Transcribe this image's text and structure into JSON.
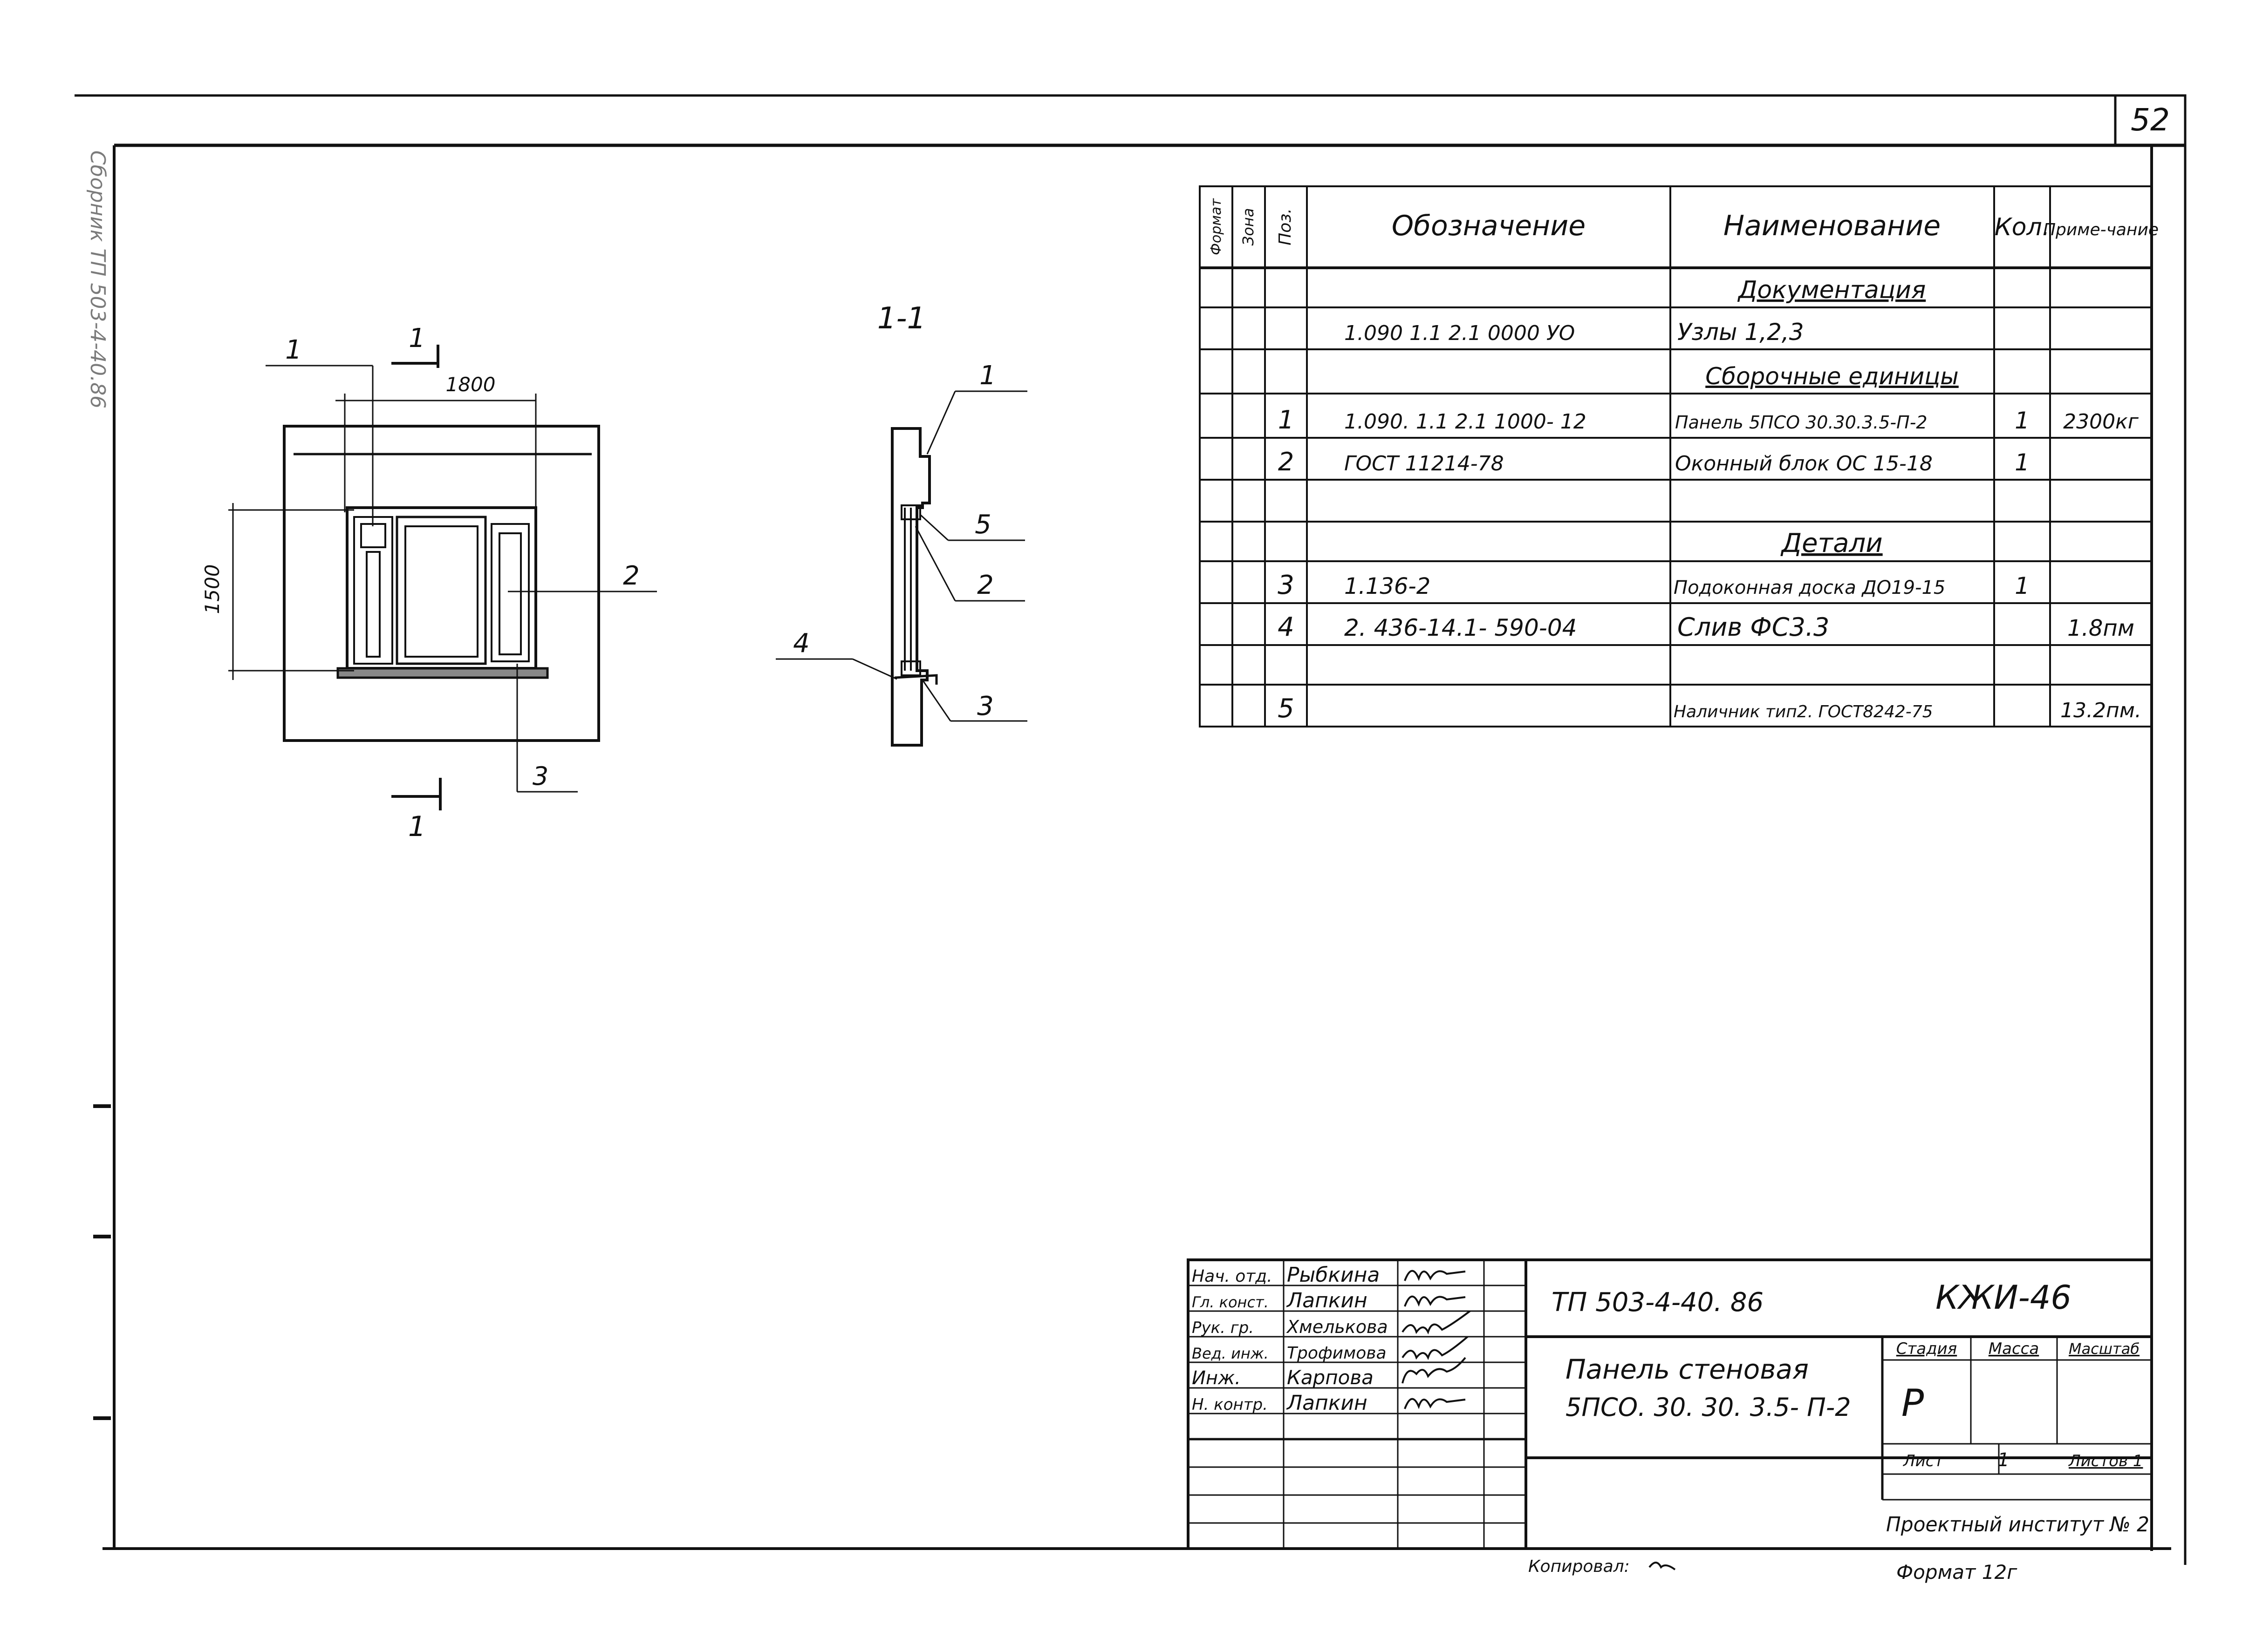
{
  "sheet": {
    "page_number": "52",
    "margin_label": "Сборник ТП 503-4-40.86"
  },
  "spec_table": {
    "headers": {
      "format": "Формат",
      "zone": "Зона",
      "pos": "Поз.",
      "designation": "Обозначение",
      "name": "Наименование",
      "qty": "Кол.",
      "note": "Приме-чание"
    },
    "sections": {
      "documentation": "Документация",
      "assembly_units": "Сборочные единицы",
      "details": "Детали"
    },
    "rows": [
      {
        "pos": "",
        "designation": "1.090 1.1 2.1   0000 УО",
        "name": "Узлы 1,2,3",
        "qty": "",
        "note": ""
      },
      {
        "pos": "1",
        "designation": "1.090. 1.1 2.1  1000- 12",
        "name": "Панель 5ПСО 30.30.3.5-П-2",
        "qty": "1",
        "note": "2300кг"
      },
      {
        "pos": "2",
        "designation": "ГОСТ 11214-78",
        "name": "Оконный блок ОС 15-18",
        "qty": "1",
        "note": ""
      },
      {
        "pos": "3",
        "designation": "1.136-2",
        "name": "Подоконная доска ДО19-15",
        "qty": "1",
        "note": ""
      },
      {
        "pos": "4",
        "designation": "2. 436-14.1- 590-04",
        "name": "Слив ФС3.3",
        "qty": "",
        "note": "1.8пм"
      },
      {
        "pos": "5",
        "designation": "",
        "name": "Наличник тип2. ГОСТ8242-75",
        "qty": "",
        "note": "13.2пм."
      }
    ]
  },
  "drawing": {
    "elevation": {
      "dim_width": "1800",
      "dim_height": "1500",
      "cut_label": "1",
      "callouts": [
        "1",
        "2",
        "3"
      ]
    },
    "section": {
      "title": "1-1",
      "callouts": [
        "1",
        "5",
        "2",
        "4",
        "3"
      ]
    }
  },
  "title_block": {
    "doc_code": "ТП 503-4-40. 86",
    "sheet_code": "КЖИ-46",
    "title_line1": "Панель стеновая",
    "title_line2": "5ПСО. 30. 30. 3.5- П-2",
    "stage_label": "Стадия",
    "mass_label": "Масса",
    "scale_label": "Масштаб",
    "stage_value": "Р",
    "sheet_label": "Лист",
    "sheets_label": "Листов 1",
    "sheet_num": "1",
    "organization": "Проектный институт № 2",
    "signatures": [
      {
        "role": "Нач. отд.",
        "name": "Рыбкина"
      },
      {
        "role": "Гл. конст.",
        "name": "Лапкин"
      },
      {
        "role": "Рук. гр.",
        "name": "Хмелькова"
      },
      {
        "role": "Вед. инж.",
        "name": "Трофимова"
      },
      {
        "role": "Инж.",
        "name": "Карпова"
      },
      {
        "role": "Н. контр.",
        "name": "Лапкин"
      }
    ]
  },
  "footer": {
    "copied": "Копировал:",
    "format": "Формат 12г"
  }
}
